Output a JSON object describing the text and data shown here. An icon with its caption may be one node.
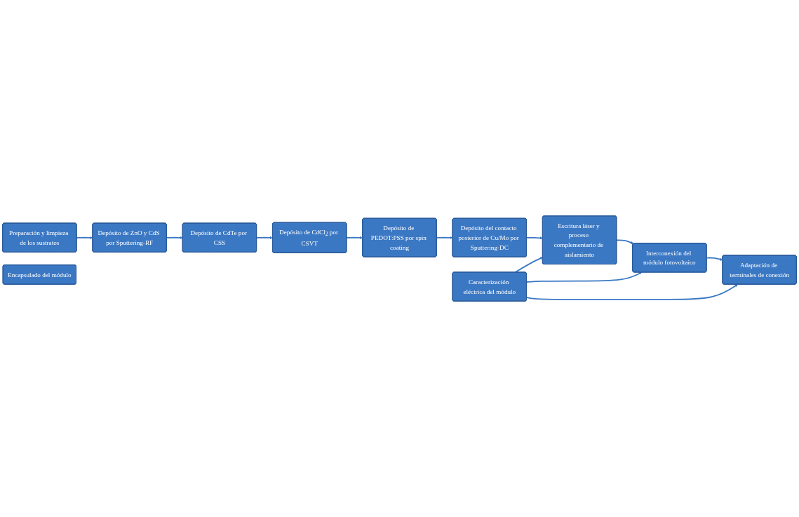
{
  "diagram": {
    "nodes": [
      {
        "text": [
          "Preparación y limpieza de los sustratos"
        ]
      },
      {
        "text": [
          "Depósito de ZnO y CdS por Sputtering-RF"
        ]
      },
      {
        "text": [
          "Depósito de CdTe por CSS"
        ]
      },
      {
        "text": [
          "Depósito de CdCl$_{2}$ por CSVT"
        ]
      },
      {
        "text": [
          "Depósito de PEDOT:PSS por spin coating"
        ]
      },
      {
        "text": [
          "Depósito del contacto posterior de Cu/Mo por Sputtering-DC"
        ]
      },
      {
        "text": [
          "Escritura láser y proceso complementario de aislamiento"
        ]
      },
      {
        "text": [
          "Caracterización eléctrica del módulo"
        ]
      },
      {
        "text": [
          "Interconexión del módulo fotovoltaico"
        ]
      },
      {
        "text": [
          "Adaptación de terminales de conexión"
        ]
      },
      {
        "text": [
          "Encapsulado del módulo"
        ]
      }
    ],
    "edges": [
      {
        "from": 0,
        "to": 1,
        "arrow": "to"
      },
      {
        "from": 1,
        "to": 2,
        "arrow": "to"
      },
      {
        "from": 2,
        "to": 3,
        "arrow": "to"
      },
      {
        "from": 3,
        "to": 4,
        "arrow": "to"
      },
      {
        "from": 4,
        "to": 5,
        "arrow": "to"
      },
      {
        "from": 5,
        "to": 6,
        "arrow": "to"
      },
      {
        "from": 6,
        "to": 8,
        "arrow": "to"
      },
      {
        "from": 8,
        "to": 9,
        "arrow": "to"
      },
      {
        "from": 7,
        "to": 6,
        "arrow": "to"
      },
      {
        "from": 7,
        "to": 8,
        "arrow": "to"
      },
      {
        "from": 7,
        "to": 9,
        "arrow": "to"
      }
    ]
  }
}
